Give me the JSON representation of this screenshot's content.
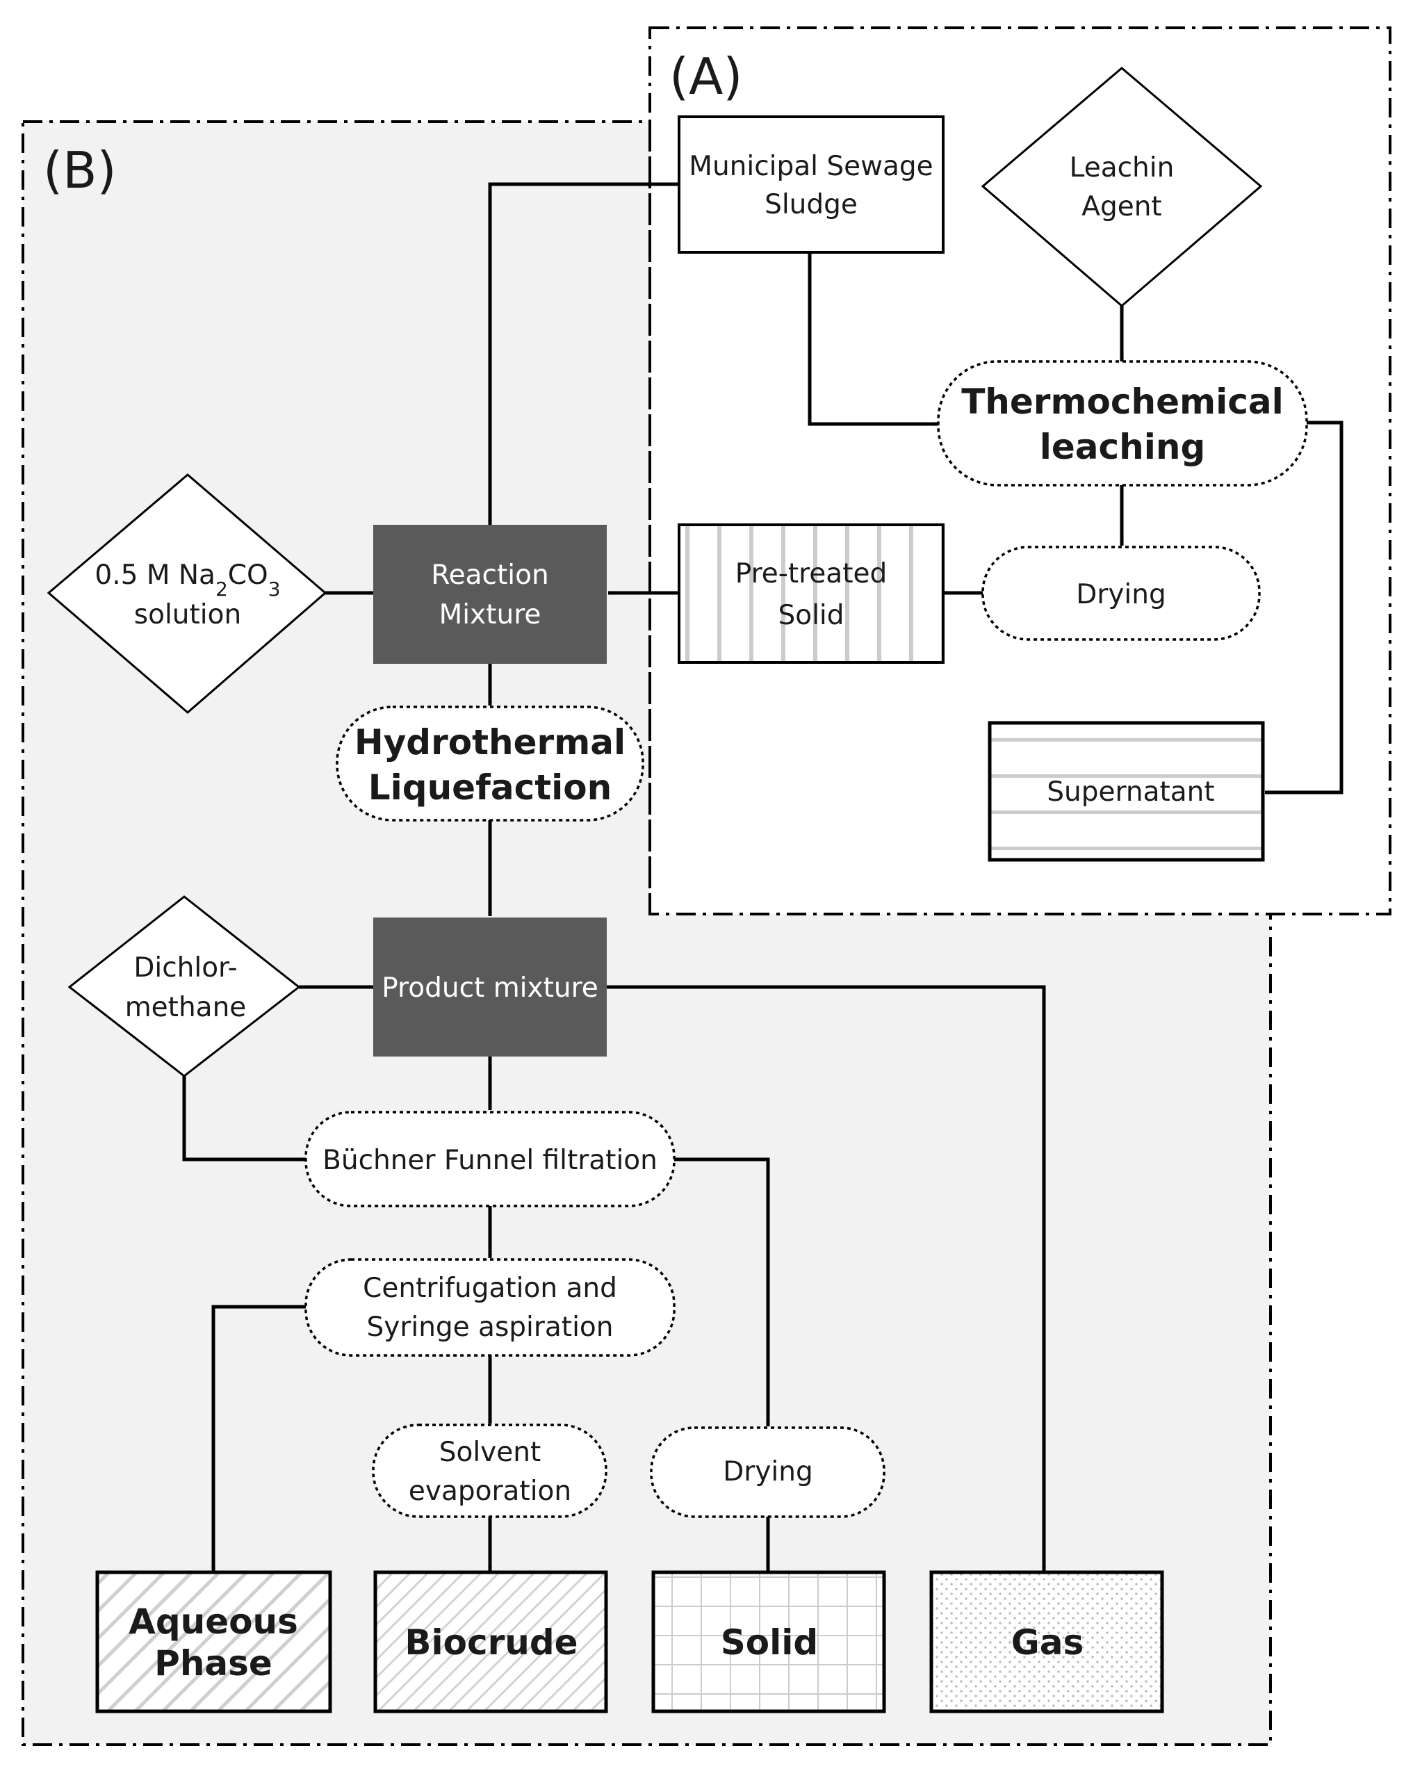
{
  "panels": {
    "a": "(A)",
    "b": "(B)"
  },
  "nodes": {
    "municipal_sludge": [
      "Municipal Sewage",
      "Sludge"
    ],
    "leaching_agent": [
      "Leachin",
      "Agent"
    ],
    "thermochemical_leaching": [
      "Thermochemical",
      "leaching"
    ],
    "drying_a": [
      "Drying"
    ],
    "pretreated_solid": [
      "Pre-treated",
      "Solid"
    ],
    "supernatant": [
      "Supernatant"
    ],
    "na2co3_solution": {
      "line1_prefix": "0.5 M Na",
      "sub1": "2",
      "mid": "CO",
      "sub2": "3",
      "line2": "solution"
    },
    "reaction_mixture": [
      "Reaction",
      "Mixture"
    ],
    "hydrothermal_liquefaction": [
      "Hydrothermal",
      "Liquefaction"
    ],
    "dichloromethane": [
      "Dichlor-",
      "methane"
    ],
    "product_mixture": [
      "Product mixture"
    ],
    "buchner_filtration": [
      "Büchner Funnel filtration"
    ],
    "centrifugation": [
      "Centrifugation and",
      "Syringe aspiration"
    ],
    "solvent_evaporation": [
      "Solvent",
      "evaporation"
    ],
    "drying_b": [
      "Drying"
    ],
    "aqueous_phase": [
      "Aqueous",
      "Phase"
    ],
    "biocrude": [
      "Biocrude"
    ],
    "solid": [
      "Solid"
    ],
    "gas": [
      "Gas"
    ]
  },
  "colors": {
    "panel_b_fill": "#f2f2f2",
    "dark_box": "#5a5a5a",
    "hatch": "#c8c8c8"
  }
}
